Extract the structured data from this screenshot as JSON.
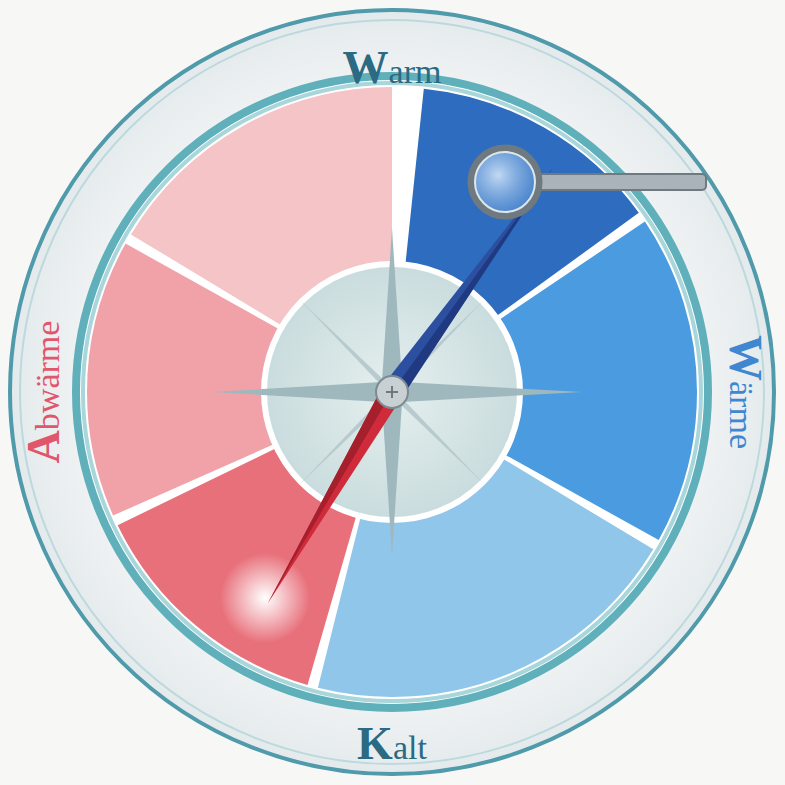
{
  "diagram": {
    "labels": [
      "Warm",
      "Kalt",
      "Wärme",
      "Abwärme"
    ]
  }
}
